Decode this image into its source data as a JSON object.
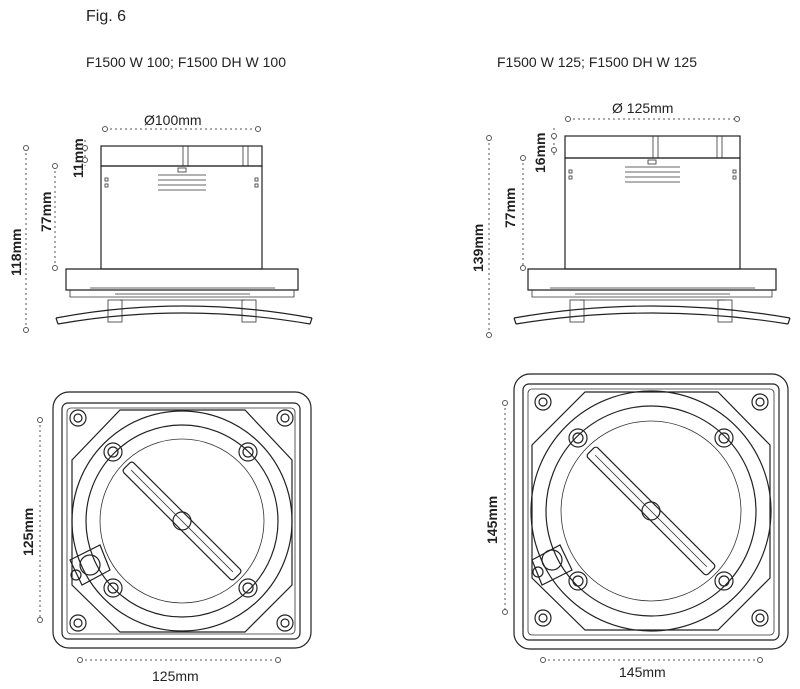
{
  "figure_label": "Fig. 6",
  "models": {
    "left": "F1500 W 100; F1500 DH W 100",
    "right": "F1500 W 125; F1500 DH W 125"
  },
  "dimensions": {
    "left_side": {
      "diameter": "Ø100mm",
      "top": "11mm",
      "body": "77mm",
      "total": "118mm"
    },
    "right_side": {
      "diameter": "Ø 125mm",
      "top": "16mm",
      "body": "77mm",
      "total": "139mm"
    },
    "left_front": {
      "height": "125mm",
      "width": "125mm"
    },
    "right_front": {
      "height": "145mm",
      "width": "145mm"
    }
  }
}
